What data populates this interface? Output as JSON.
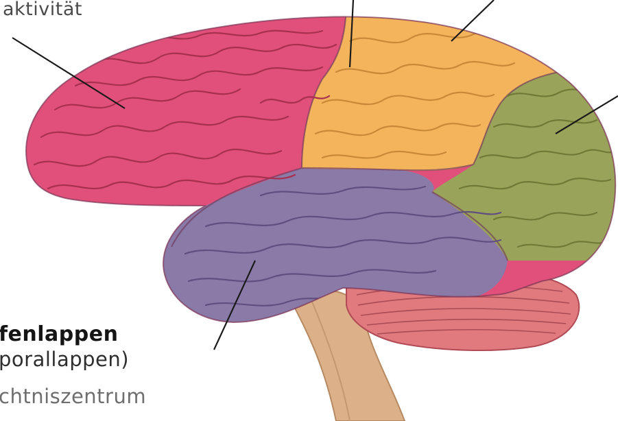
{
  "labels": {
    "frontal_activity": "aktivität",
    "temporal_title": "fenlappen",
    "temporal_subtitle": "porallappen)",
    "memory_center": "chtniszentrum"
  },
  "colors": {
    "frontal": "#e0507a",
    "parietal": "#f3b45c",
    "occipital": "#9aa35a",
    "temporal": "#8a7aa8",
    "cerebellum": "#e07a7e",
    "brainstem": "#dcb088",
    "gyrus_line": "#a8304f",
    "pointer_line": "#1a1a1a"
  }
}
